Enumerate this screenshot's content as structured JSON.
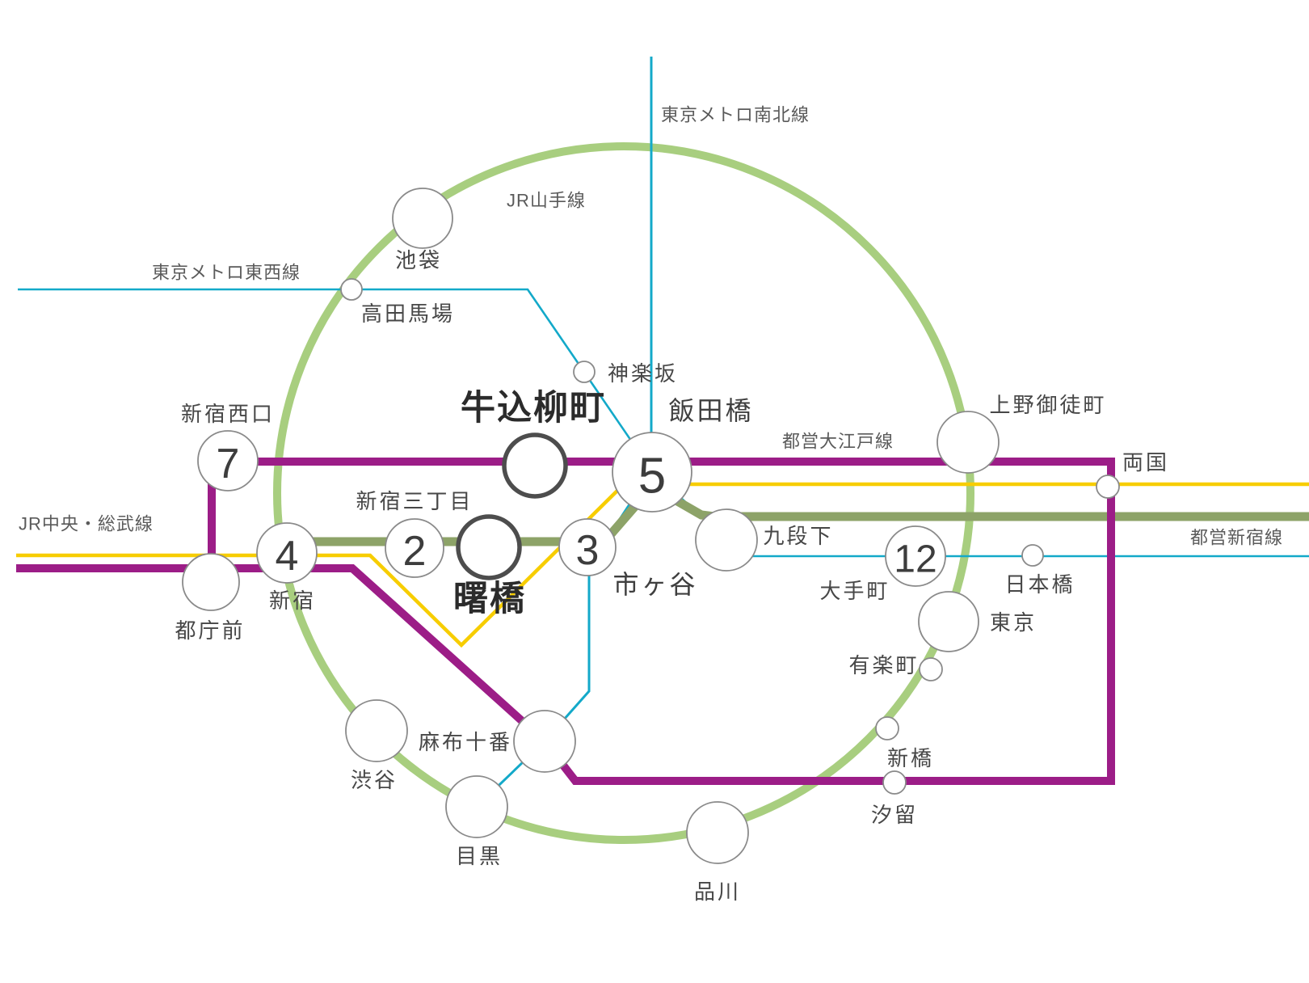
{
  "lines": {
    "yamanote": {
      "label": "JR山手線",
      "color": "#a8ce7f"
    },
    "namboku": {
      "label": "東京メトロ南北線",
      "color": "#13a9c9"
    },
    "tozai": {
      "label": "東京メトロ東西線",
      "color": "#13a9c9"
    },
    "chuo_sobu": {
      "label": "JR中央・総武線",
      "color": "#f7cd00"
    },
    "oedo": {
      "label": "都営大江戸線",
      "color": "#9c1d87"
    },
    "toei_shinjuku": {
      "label": "都営新宿線",
      "color": "#8da368"
    }
  },
  "stations": {
    "ikebukuro": {
      "label": "池袋"
    },
    "takadanobaba": {
      "label": "高田馬場"
    },
    "kagurazaka": {
      "label": "神楽坂"
    },
    "iidabashi": {
      "label": "飯田橋",
      "number": "5"
    },
    "ushigome_yanagicho": {
      "label": "牛込柳町",
      "highlighted": true
    },
    "akebonobashi": {
      "label": "曙橋",
      "highlighted": true
    },
    "shinjuku_nishiguchi": {
      "label": "新宿西口",
      "number": "7"
    },
    "shinjuku_sanchome": {
      "label": "新宿三丁目",
      "number": "2"
    },
    "ichigaya": {
      "label": "市ヶ谷",
      "number": "3"
    },
    "shinjuku": {
      "label": "新宿",
      "number": "4"
    },
    "tochomae": {
      "label": "都庁前"
    },
    "kudanshita": {
      "label": "九段下"
    },
    "otemachi": {
      "label": "大手町",
      "number": "12"
    },
    "ueno_okachimachi": {
      "label": "上野御徒町"
    },
    "ryogoku": {
      "label": "両国"
    },
    "nihombashi": {
      "label": "日本橋"
    },
    "tokyo": {
      "label": "東京"
    },
    "yurakucho": {
      "label": "有楽町"
    },
    "shimbashi": {
      "label": "新橋"
    },
    "shiodome": {
      "label": "汐留"
    },
    "shinagawa": {
      "label": "品川"
    },
    "meguro": {
      "label": "目黒"
    },
    "shibuya": {
      "label": "渋谷"
    },
    "azabu_juban": {
      "label": "麻布十番"
    }
  },
  "ui": {
    "highlight_fill": "#f7f2d2",
    "station_fill": "#ffffff",
    "station_border": "#8a8a8a",
    "label_color": "#474747",
    "number_color": "#3d3d3d"
  }
}
